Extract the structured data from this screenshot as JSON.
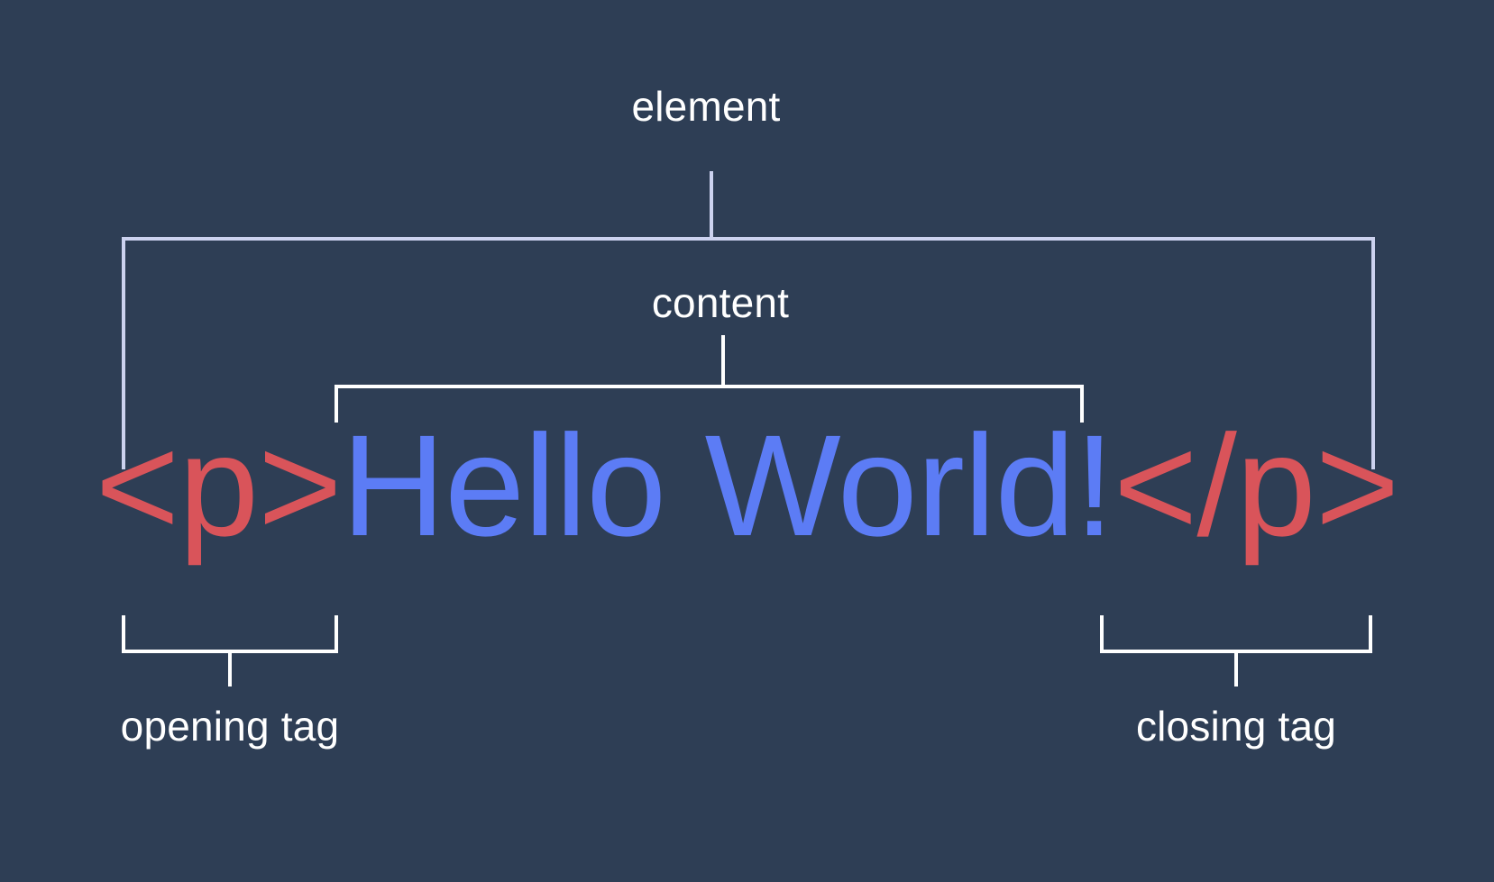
{
  "diagram": {
    "title": "HTML element anatomy diagram",
    "background_color": "#2e3e55",
    "accent_colors": {
      "tag_red": "#d9545a",
      "content_blue": "#5c7cf5",
      "bracket_white": "#ffffff",
      "bracket_lavender": "#ccd2ef",
      "label_text": "#ffffff"
    },
    "labels": {
      "element": "element",
      "content": "content",
      "opening_tag": "opening tag",
      "closing_tag": "closing tag"
    },
    "code": {
      "full": "<p>Hello World!</p>",
      "opening_tag": "<p>",
      "content": "Hello World!",
      "closing_tag": "</p>"
    }
  }
}
